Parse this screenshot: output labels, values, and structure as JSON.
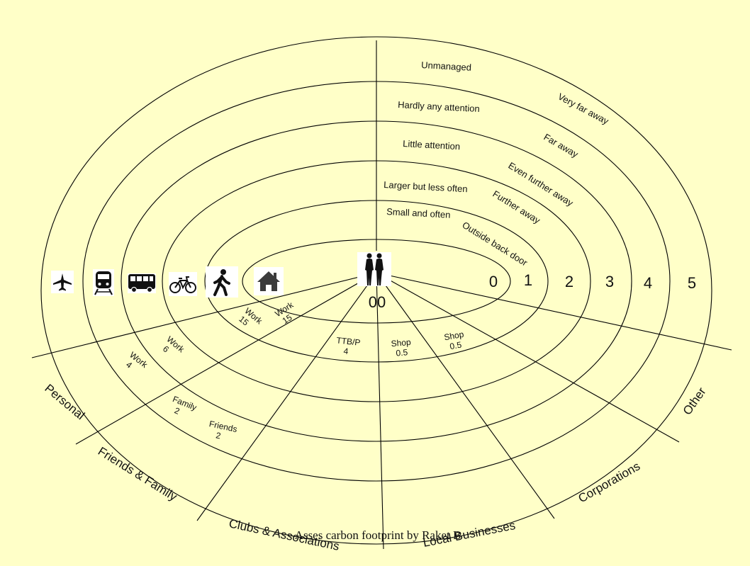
{
  "colors": {
    "background": "#ffffc8",
    "line": "#000000",
    "text": "#111111"
  },
  "rings": {
    "attention": [
      "Small and often",
      "Larger but less often",
      "Little attention",
      "Hardly any attention",
      "Unmanaged"
    ],
    "distance": [
      "Outside back door",
      "Further away",
      "Even further away",
      "Far away",
      "Very far away"
    ],
    "numbers": [
      "0",
      "1",
      "2",
      "3",
      "4",
      "5"
    ],
    "center_label": "00"
  },
  "sectors": [
    "Personal",
    "Friends & Family",
    "Clubs & Associations",
    "Local Businesses",
    "Corporations",
    "Other"
  ],
  "travel_modes": [
    "plane-icon",
    "train-icon",
    "bus-icon",
    "bicycle-icon",
    "walking-icon",
    "home-icon"
  ],
  "center_icon": "couple-silhouette-icon",
  "entries": [
    {
      "label": "Work",
      "value": "15"
    },
    {
      "label": "Work",
      "value": "15"
    },
    {
      "label": "Work",
      "value": "6"
    },
    {
      "label": "Work",
      "value": "4"
    },
    {
      "label": "Family",
      "value": "2"
    },
    {
      "label": "Friends",
      "value": "2"
    },
    {
      "label": "TTB/P",
      "value": "4"
    },
    {
      "label": "Shop",
      "value": "0.5"
    },
    {
      "label": "Shop",
      "value": "0.5"
    }
  ],
  "footer": "Asses carbon footprint by Raket B"
}
